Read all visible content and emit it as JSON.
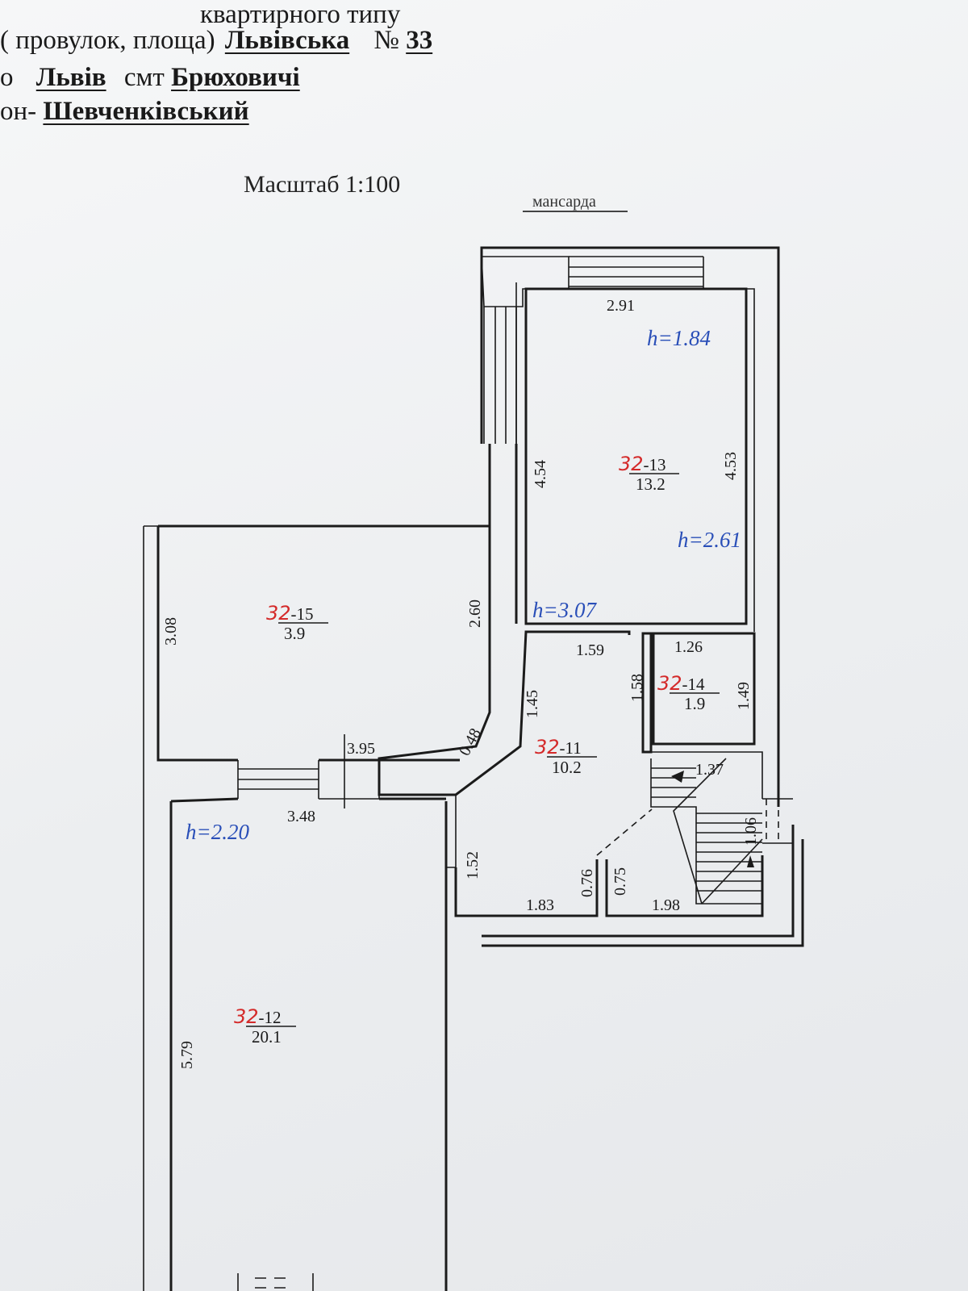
{
  "header": {
    "line1": "квартирного типу",
    "line2_prefix": "( провулок, площа)",
    "street": "Львівська",
    "number_label": "№",
    "number": "33",
    "line3_prefix": "о",
    "city": "Львів",
    "settlement_label": "смт",
    "settlement": "Брюховичі",
    "line4_prefix": "он-",
    "district": "Шевченківський"
  },
  "scale_label": "Масштаб 1:100",
  "floor_label": "мансарда",
  "rooms": [
    {
      "id": "32-13",
      "prefix": "32",
      "suffix": "-13",
      "area": "13.2"
    },
    {
      "id": "32-15",
      "prefix": "32",
      "suffix": "-15",
      "area": "3.9"
    },
    {
      "id": "32-11",
      "prefix": "32",
      "suffix": "-11",
      "area": "10.2"
    },
    {
      "id": "32-14",
      "prefix": "32",
      "suffix": "-14",
      "area": "1.9"
    },
    {
      "id": "32-12",
      "prefix": "32",
      "suffix": "-12",
      "area": "20.1"
    }
  ],
  "dimensions": {
    "d_2_91": "2.91",
    "d_4_54": "4.54",
    "d_4_53": "4.53",
    "d_3_08": "3.08",
    "d_2_60": "2.60",
    "d_0_48": "0.48",
    "d_3_95": "3.95",
    "d_3_48": "3.48",
    "d_1_59": "1.59",
    "d_1_26": "1.26",
    "d_1_45": "1.45",
    "d_1_58": "1.58",
    "d_1_49": "1.49",
    "d_1_37": "1.37",
    "d_1_06": "1.06",
    "d_1_52": "1.52",
    "d_0_76": "0.76",
    "d_0_75": "0.75",
    "d_1_83": "1.83",
    "d_1_98": "1.98",
    "d_5_79": "5.79"
  },
  "heights": {
    "h1": "h=1.84",
    "h2": "h=2.61",
    "h3": "h=3.07",
    "h4": "h=2.20"
  }
}
